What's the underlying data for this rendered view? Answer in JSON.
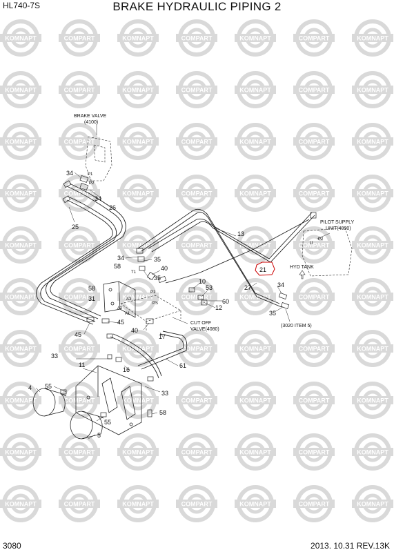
{
  "header": {
    "model": "HL740-7S",
    "title": "BRAKE HYDRAULIC PIPING 2"
  },
  "footer": {
    "page": "3080",
    "date_rev": "2013. 10.31  REV.13K"
  },
  "watermark": {
    "text_a": "KOMNAPT",
    "text_b": "COMPART",
    "color": "#d9d9d9"
  },
  "diagram": {
    "highlight_color": "#cc0000",
    "callouts": {
      "brake_valve": "BRAKE VALVE",
      "brake_valve_ref": "(4100)",
      "pilot_supply": "PILOT SUPPLY",
      "pilot_supply_ref": "UNIT(4090)",
      "hyd_tank": "HYD TANK",
      "cut_off": "CUT OFF",
      "cut_off_ref": "VALVE(4080)",
      "item_ref": "(3020 ITEM 5)"
    },
    "ports": {
      "p1": "P1",
      "p2": "P2",
      "t1": "T1",
      "p1b": "P1",
      "a3": "A3",
      "a2": "A2",
      "a1": "A1",
      "ps": "PS",
      "u": "U",
      "p2b": "P2"
    },
    "parts": {
      "p34a": "34",
      "p34b": "34",
      "p26": "26",
      "p25": "25",
      "p13": "13",
      "p21": "21",
      "p34c": "34",
      "p35a": "35",
      "p58a": "58",
      "p40a": "40",
      "p35b": "35",
      "p10": "10",
      "p53": "53",
      "p60": "60",
      "p12": "12",
      "p27": "27",
      "p34d": "34",
      "p35c": "35",
      "p58b": "58",
      "p31": "31",
      "p45a": "45",
      "p45b": "45",
      "p40b": "40",
      "p17": "17",
      "p33a": "33",
      "p11": "11",
      "p61": "61",
      "p16": "16",
      "p55a": "55",
      "p4": "4",
      "p55b": "55",
      "p33b": "33",
      "p58c": "58",
      "p5": "5"
    }
  }
}
